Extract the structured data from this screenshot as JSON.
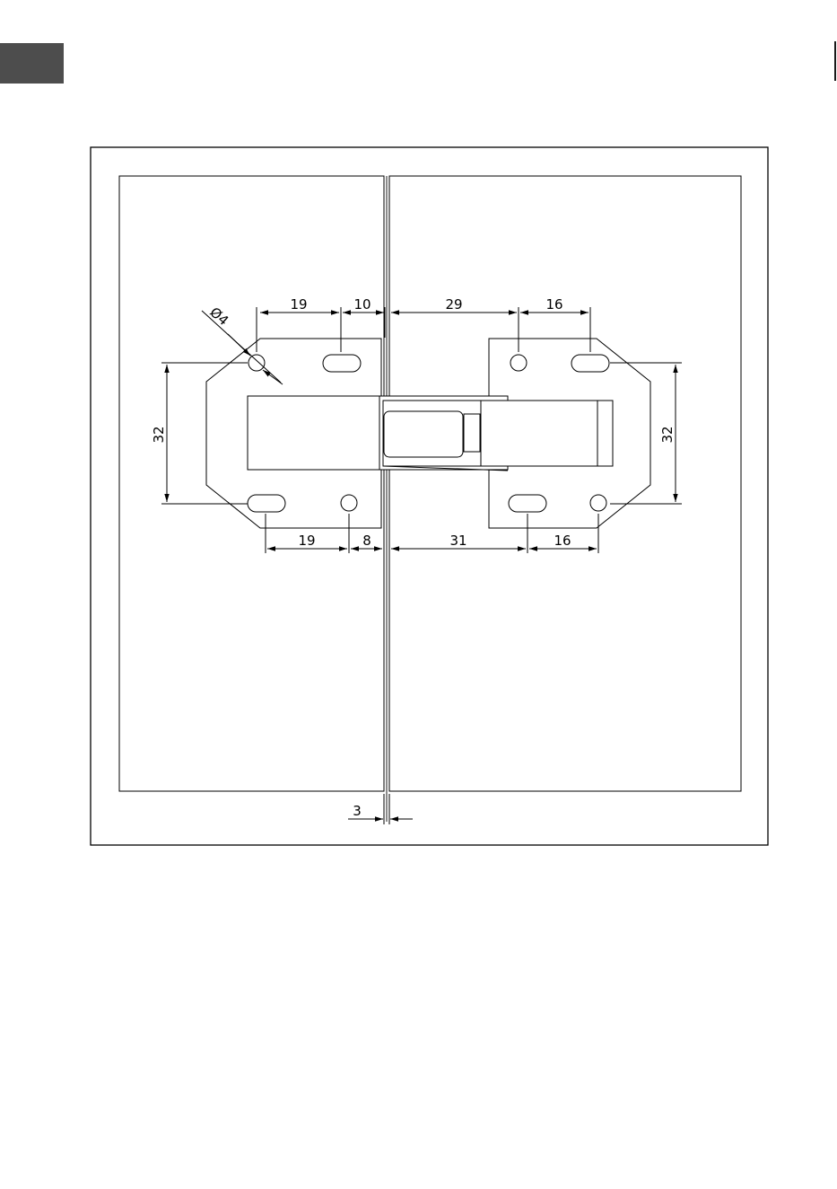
{
  "dimensions": {
    "hole_diameter": "Ø4",
    "left_top_a": "19",
    "left_top_b": "10",
    "right_top_a": "29",
    "right_top_b": "16",
    "left_bottom_a": "19",
    "left_bottom_b": "8",
    "right_bottom_a": "31",
    "right_bottom_b": "16",
    "left_height": "32",
    "right_height": "32",
    "gap": "3"
  },
  "colors": {
    "line": "#000000",
    "page_tab": "#4d4d4d"
  }
}
